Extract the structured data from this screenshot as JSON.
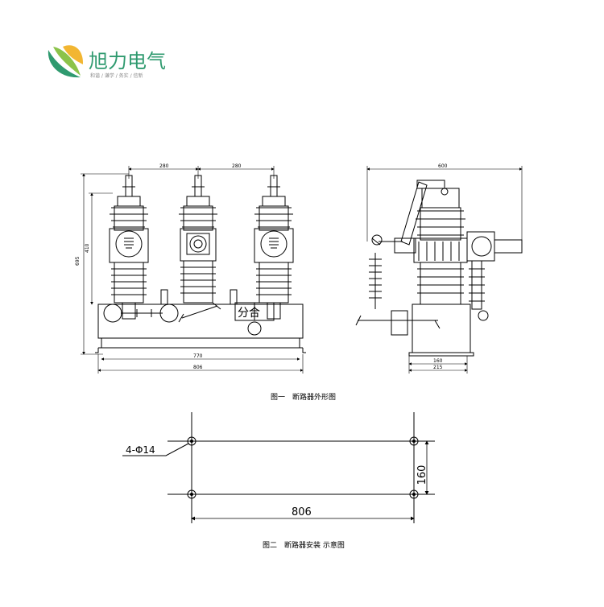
{
  "brand": {
    "name": "旭力电气",
    "slogan": "和谐 / 谦学 / 务实 / 信新",
    "colors": {
      "green": "#2f9a6f",
      "light_green": "#8bc34a",
      "yellow": "#f2b632"
    }
  },
  "figure1": {
    "caption": "图一　断路器外形图",
    "front_view": {
      "dim_pitch_1": "280",
      "dim_pitch_2": "280",
      "dim_total_height": "695",
      "dim_insulator_height": "410",
      "dim_inner_width": "770",
      "dim_total_width": "806",
      "switch_label": "分合"
    },
    "side_view": {
      "dim_total_width": "600",
      "dim_base_inner": "160",
      "dim_base_outer": "215"
    }
  },
  "figure2": {
    "caption": "图二　断路器安装 示意图",
    "hole_label": "4-Φ14",
    "dim_width": "806",
    "dim_height": "160"
  }
}
